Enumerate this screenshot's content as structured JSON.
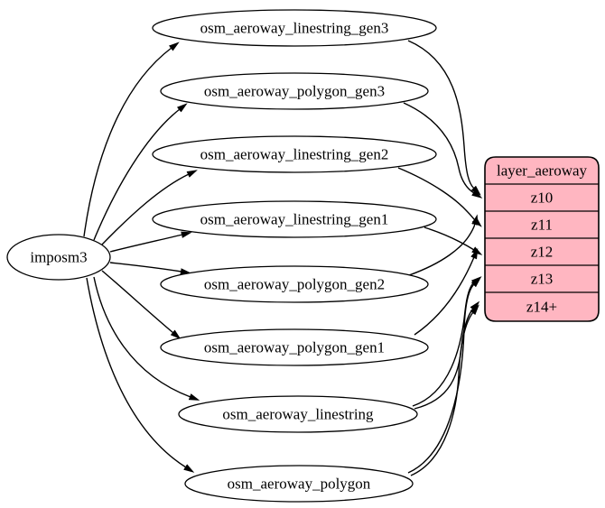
{
  "diagram": {
    "kind": "etl-graph",
    "colors": {
      "background": "#ffffff",
      "table_fill": "#ffffff",
      "layer_fill": "#ffb6c1",
      "edge": "#000000",
      "text": "#000000"
    },
    "source": {
      "id": "imposm3",
      "label": "imposm3"
    },
    "tables": [
      {
        "id": "osm_aeroway_linestring_gen3",
        "label": "osm_aeroway_linestring_gen3"
      },
      {
        "id": "osm_aeroway_polygon_gen3",
        "label": "osm_aeroway_polygon_gen3"
      },
      {
        "id": "osm_aeroway_linestring_gen2",
        "label": "osm_aeroway_linestring_gen2"
      },
      {
        "id": "osm_aeroway_linestring_gen1",
        "label": "osm_aeroway_linestring_gen1"
      },
      {
        "id": "osm_aeroway_polygon_gen2",
        "label": "osm_aeroway_polygon_gen2"
      },
      {
        "id": "osm_aeroway_polygon_gen1",
        "label": "osm_aeroway_polygon_gen1"
      },
      {
        "id": "osm_aeroway_linestring",
        "label": "osm_aeroway_linestring"
      },
      {
        "id": "osm_aeroway_polygon",
        "label": "osm_aeroway_polygon"
      }
    ],
    "layer": {
      "title": "layer_aeroway",
      "zoom_rows": [
        {
          "label": "z10"
        },
        {
          "label": "z11"
        },
        {
          "label": "z12"
        },
        {
          "label": "z13"
        },
        {
          "label": "z14+"
        }
      ]
    },
    "edges": [
      {
        "from": "imposm3",
        "to": "osm_aeroway_linestring_gen3"
      },
      {
        "from": "imposm3",
        "to": "osm_aeroway_polygon_gen3"
      },
      {
        "from": "imposm3",
        "to": "osm_aeroway_linestring_gen2"
      },
      {
        "from": "imposm3",
        "to": "osm_aeroway_linestring_gen1"
      },
      {
        "from": "imposm3",
        "to": "osm_aeroway_polygon_gen2"
      },
      {
        "from": "imposm3",
        "to": "osm_aeroway_polygon_gen1"
      },
      {
        "from": "imposm3",
        "to": "osm_aeroway_linestring"
      },
      {
        "from": "imposm3",
        "to": "osm_aeroway_polygon"
      },
      {
        "from": "osm_aeroway_linestring_gen3",
        "to": "layer_aeroway:z10"
      },
      {
        "from": "osm_aeroway_polygon_gen3",
        "to": "layer_aeroway:z10"
      },
      {
        "from": "osm_aeroway_linestring_gen2",
        "to": "layer_aeroway:z11"
      },
      {
        "from": "osm_aeroway_polygon_gen2",
        "to": "layer_aeroway:z11"
      },
      {
        "from": "osm_aeroway_linestring_gen1",
        "to": "layer_aeroway:z12"
      },
      {
        "from": "osm_aeroway_polygon_gen1",
        "to": "layer_aeroway:z12"
      },
      {
        "from": "osm_aeroway_linestring",
        "to": "layer_aeroway:z13"
      },
      {
        "from": "osm_aeroway_polygon",
        "to": "layer_aeroway:z13"
      },
      {
        "from": "osm_aeroway_linestring",
        "to": "layer_aeroway:z14+"
      },
      {
        "from": "osm_aeroway_polygon",
        "to": "layer_aeroway:z14+"
      }
    ]
  }
}
